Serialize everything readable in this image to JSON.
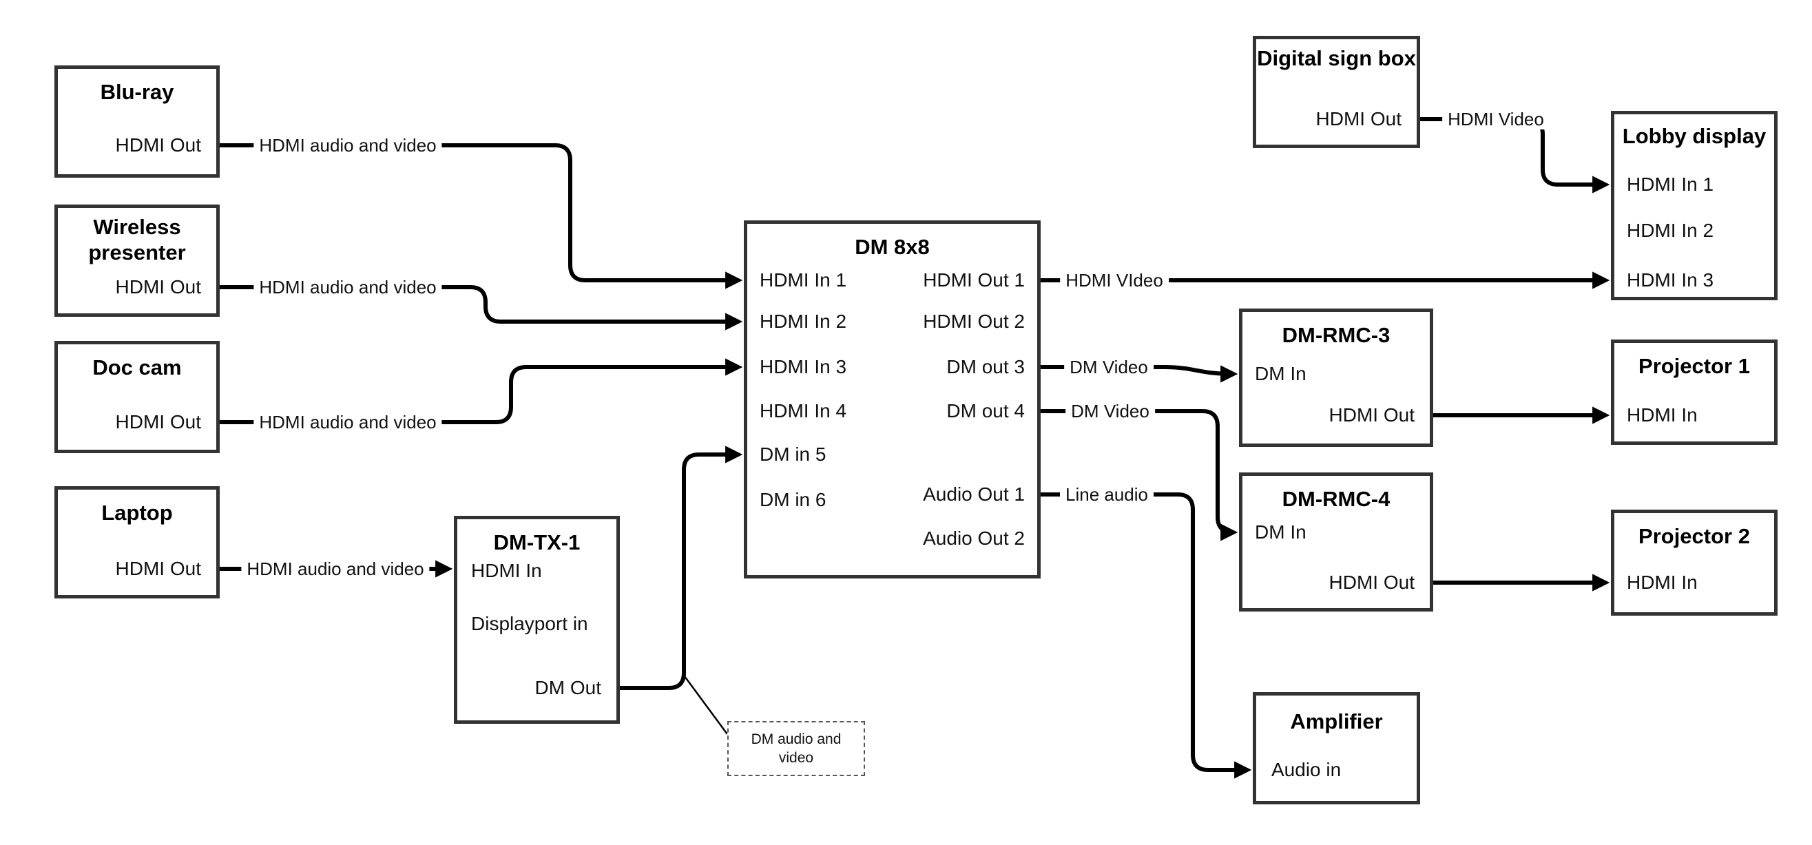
{
  "diagram_type": "av-signal-flow",
  "colors": {
    "line": "#000000",
    "box_border": "#333333",
    "background": "#ffffff",
    "text": "#000000"
  },
  "nodes": {
    "bluray": {
      "title": "Blu-ray",
      "ports": [
        "HDMI Out"
      ]
    },
    "wireless": {
      "title": "Wireless presenter",
      "ports": [
        "HDMI Out"
      ]
    },
    "doccam": {
      "title": "Doc cam",
      "ports": [
        "HDMI Out"
      ]
    },
    "laptop": {
      "title": "Laptop",
      "ports": [
        "HDMI Out"
      ]
    },
    "dmtx1": {
      "title": "DM-TX-1",
      "ports": [
        "HDMI In",
        "Displayport in",
        "DM Out"
      ]
    },
    "dm8x8": {
      "title": "DM 8x8",
      "inputs": [
        "HDMI In 1",
        "HDMI In 2",
        "HDMI In 3",
        "HDMI In 4",
        "DM in 5",
        "DM in 6"
      ],
      "outputs": [
        "HDMI Out 1",
        "HDMI Out 2",
        "DM out 3",
        "DM out 4",
        "Audio Out 1",
        "Audio Out 2"
      ]
    },
    "digitalsign": {
      "title": "Digital sign box",
      "ports": [
        "HDMI Out"
      ]
    },
    "lobby": {
      "title": "Lobby display",
      "ports": [
        "HDMI In 1",
        "HDMI In 2",
        "HDMI In 3"
      ]
    },
    "rmc3": {
      "title": "DM-RMC-3",
      "ports": [
        "DM In",
        "HDMI Out"
      ]
    },
    "proj1": {
      "title": "Projector 1",
      "ports": [
        "HDMI In"
      ]
    },
    "rmc4": {
      "title": "DM-RMC-4",
      "ports": [
        "DM In",
        "HDMI Out"
      ]
    },
    "proj2": {
      "title": "Projector 2",
      "ports": [
        "HDMI In"
      ]
    },
    "amplifier": {
      "title": "Amplifier",
      "ports": [
        "Audio in"
      ]
    }
  },
  "connections": [
    {
      "from": "Blu-ray HDMI Out",
      "to": "DM 8x8 HDMI In 1",
      "label": "HDMI audio and video"
    },
    {
      "from": "Wireless presenter HDMI Out",
      "to": "DM 8x8 HDMI In 2",
      "label": "HDMI audio and video"
    },
    {
      "from": "Doc cam HDMI Out",
      "to": "DM 8x8 HDMI In 3",
      "label": "HDMI audio and video"
    },
    {
      "from": "Laptop HDMI Out",
      "to": "DM-TX-1 HDMI In",
      "label": "HDMI audio and video"
    },
    {
      "from": "DM-TX-1 DM Out",
      "to": "DM 8x8 DM in 5",
      "label": ""
    },
    {
      "from": "DM 8x8 HDMI Out 1",
      "to": "Lobby display HDMI In 3",
      "label": "HDMI VIdeo"
    },
    {
      "from": "DM 8x8 DM out 3",
      "to": "DM-RMC-3 DM In",
      "label": "DM Video"
    },
    {
      "from": "DM 8x8 DM out 4",
      "to": "DM-RMC-4 DM In",
      "label": "DM Video"
    },
    {
      "from": "DM 8x8 Audio Out 1",
      "to": "Amplifier Audio in",
      "label": "Line audio"
    },
    {
      "from": "Digital sign box HDMI Out",
      "to": "Lobby display HDMI In 1",
      "label": "HDMI Video"
    },
    {
      "from": "DM-RMC-3 HDMI Out",
      "to": "Projector 1 HDMI In",
      "label": ""
    },
    {
      "from": "DM-RMC-4 HDMI Out",
      "to": "Projector 2 HDMI In",
      "label": ""
    }
  ],
  "annotation": {
    "text": "DM audio and video"
  }
}
